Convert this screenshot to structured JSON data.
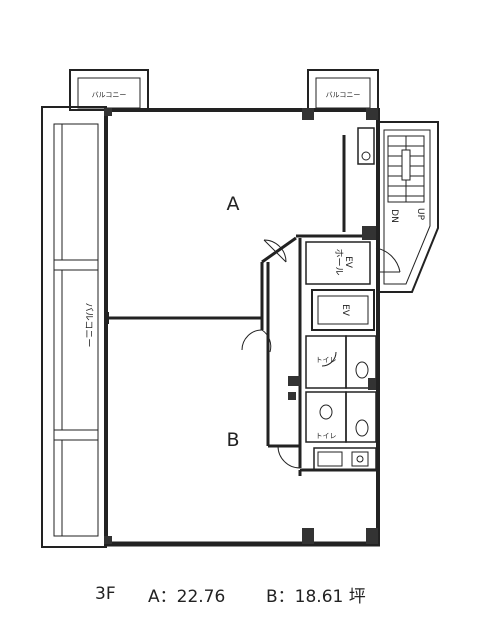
{
  "plan": {
    "room_a": "A",
    "room_b": "B",
    "balcony_left": "バルコニー",
    "balcony_top_left": "バルコニー",
    "balcony_top_right": "バルコニー",
    "ev_hall": "EV\nホール",
    "ev": "EV",
    "toilet_1": "トイレ",
    "toilet_2": "トイレ",
    "stairs_up": "UP",
    "stairs_dn": "DN"
  },
  "caption": {
    "floor": "3F",
    "area_a": "A：22.76",
    "area_b": "B：18.61 坪"
  }
}
